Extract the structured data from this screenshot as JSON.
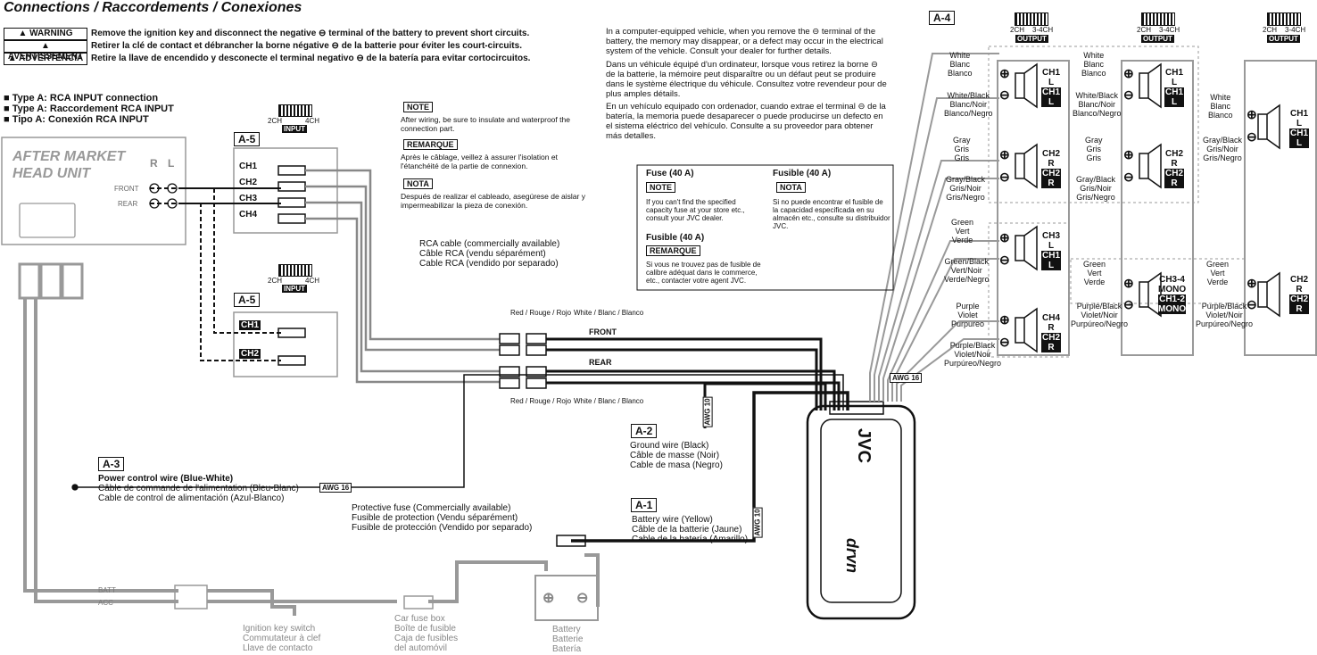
{
  "title": "Connections / Raccordements / Conexiones",
  "warnings": [
    {
      "tag": "WARNING",
      "text": "Remove the ignition key and disconnect the negative ⊖ terminal of the battery to prevent short circuits."
    },
    {
      "tag": "AVERTISSEMENT",
      "text": "Retirer la clé de contact et débrancher la borne négative ⊖ de la batterie pour éviter les court-circuits."
    },
    {
      "tag": "ADVERTENCIA",
      "text": "Retire la llave de encendido y desconecte el terminal negativo ⊖ de la batería para evitar cortocircuitos."
    }
  ],
  "type_lines": [
    "Type A: RCA INPUT connection",
    "Type A: Raccordement RCA INPUT",
    "Tipo A: Conexión RCA INPUT"
  ],
  "head_unit": {
    "line1": "AFTER MARKET",
    "line2": "HEAD UNIT",
    "r": "R",
    "l": "L",
    "front": "FRONT",
    "rear": "REAR"
  },
  "a5_top": {
    "tag": "A-5",
    "ch": [
      "CH1",
      "CH2",
      "CH3",
      "CH4"
    ],
    "sw_2": "2CH",
    "sw_4": "4CH",
    "input": "INPUT"
  },
  "a5_bottom": {
    "tag": "A-5",
    "ch": [
      "CH1",
      "CH2"
    ],
    "sw_2": "2CH",
    "sw_4": "4CH",
    "input": "INPUT"
  },
  "notes": [
    {
      "tag": "NOTE",
      "text": "After wiring, be sure to insulate and waterproof the connection part."
    },
    {
      "tag": "REMARQUE",
      "text": "Après le câblage, veillez à assurer l'isolation et l'étanchéité de la partie de connexion."
    },
    {
      "tag": "NOTA",
      "text": "Después de realizar el cableado, asegúrese de aislar y impermeabilizar la pieza de conexión."
    }
  ],
  "rca_cable": [
    "RCA cable (commercially available)",
    "Câble RCA (vendu séparément)",
    "Cable RCA (vendido por separado)"
  ],
  "computer_text": [
    "In a computer-equipped vehicle, when you remove the ⊖ terminal of the battery, the memory may disappear, or a defect may occur in the electrical system of the vehicle. Consult your dealer for further details.",
    "Dans un véhicule équipé d'un ordinateur, lorsque vous retirez la borne ⊖ de la batterie, la mémoire peut disparaître ou un défaut peut se produire dans le système électrique du véhicule. Consultez votre revendeur pour de plus amples détails.",
    "En un vehículo equipado con ordenador, cuando extrae el terminal ⊖ de la batería, la memoria puede desaparecer o puede producirse un defecto en el sistema eléctrico del vehículo. Consulte a su proveedor para obtener más detalles."
  ],
  "fuse_box": {
    "fuse_title": "Fuse (40 A)",
    "fuse_tag": "NOTE",
    "fuse_text": "If you can't find the specified capacity fuse at your store etc., consult your JVC dealer.",
    "fusible_fr_title": "Fusible (40 A)",
    "fusible_fr_tag": "REMARQUE",
    "fusible_fr_text": "Si vous ne trouvez pas de fusible de calibre adéquat dans le commerce, etc., contacter votre agent JVC.",
    "fusible_es_title": "Fusible (40 A)",
    "fusible_es_tag": "NOTA",
    "fusible_es_text": "Si no puede encontrar el fusible de la capacidad especificada en su almacén etc., consulte su distribuidor JVC."
  },
  "rca_colors": {
    "red": "Red / Rouge / Rojo",
    "white": "White / Blanc / Blanco",
    "front": "FRONT",
    "rear": "REAR"
  },
  "a3": {
    "tag": "A-3",
    "lines": [
      "Power control wire (Blue-White)",
      "Câble de commande de l'alimentation (Bleu-Blanc)",
      "Cable de control de alimentación (Azul-Blanco)"
    ],
    "awg": "AWG 16"
  },
  "a2": {
    "tag": "A-2",
    "lines": [
      "Ground wire (Black)",
      "Câble de masse (Noir)",
      "Cable de masa (Negro)"
    ],
    "awg": "AWG 10"
  },
  "a1": {
    "tag": "A-1",
    "lines": [
      "Battery wire (Yellow)",
      "Câble de la batterie (Jaune)",
      "Cable de la batería (Amarillo)"
    ],
    "awg": "AWG 10"
  },
  "protective_fuse": [
    "Protective fuse (Commercially available)",
    "Fusible de protection (Vendu séparément)",
    "Fusible de protección (Vendido por separado)"
  ],
  "batt": "BATT",
  "acc": "ACC",
  "ignition": [
    "Ignition key switch",
    "Commutateur à clef",
    "Llave de contacto"
  ],
  "car_fuse": [
    "Car fuse box",
    "Boîte de fusible",
    "Caja de fusibles",
    "del automóvil"
  ],
  "battery": [
    "Battery",
    "Batterie",
    "Batería"
  ],
  "amp": {
    "brand": "JVC",
    "model": "drvn"
  },
  "a4": {
    "tag": "A-4",
    "awg": "AWG 16",
    "output": "OUTPUT",
    "sw_2": "2CH",
    "sw_4": "3-4CH"
  },
  "wire_colors": {
    "white": [
      "White",
      "Blanc",
      "Blanco"
    ],
    "white_black": [
      "White/Black",
      "Blanc/Noir",
      "Blanco/Negro"
    ],
    "gray": [
      "Gray",
      "Gris",
      "Gris"
    ],
    "gray_black": [
      "Gray/Black",
      "Gris/Noir",
      "Gris/Negro"
    ],
    "green": [
      "Green",
      "Vert",
      "Verde"
    ],
    "green_black": [
      "Green/Black",
      "Vert/Noir",
      "Verde/Negro"
    ],
    "purple": [
      "Purple",
      "Violet",
      "Purpureo"
    ],
    "purple_black": [
      "Purple/Black",
      "Violet/Noir",
      "Purpúreo/Negro"
    ]
  },
  "speakers": {
    "col1": [
      {
        "ch": "CH1",
        "side": "L",
        "badge": "CH1",
        "badge_side": "L"
      },
      {
        "ch": "CH2",
        "side": "R",
        "badge": "CH2",
        "badge_side": "R"
      },
      {
        "ch": "CH3",
        "side": "L",
        "badge": "CH1",
        "badge_side": "L"
      },
      {
        "ch": "CH4",
        "side": "R",
        "badge": "CH2",
        "badge_side": "R"
      }
    ],
    "col2": [
      {
        "ch": "CH1",
        "side": "L",
        "badge": "CH1",
        "badge_side": "L"
      },
      {
        "ch": "CH2",
        "side": "R",
        "badge": "CH2",
        "badge_side": "R"
      },
      {
        "ch": "CH3-4",
        "side": "MONO",
        "badge": "CH1-2",
        "badge_side": "MONO"
      }
    ],
    "col3": [
      {
        "ch": "CH1",
        "side": "L",
        "badge": "CH1",
        "badge_side": "L"
      },
      {
        "ch": "CH2",
        "side": "R",
        "badge": "CH2",
        "badge_side": "R"
      }
    ]
  }
}
